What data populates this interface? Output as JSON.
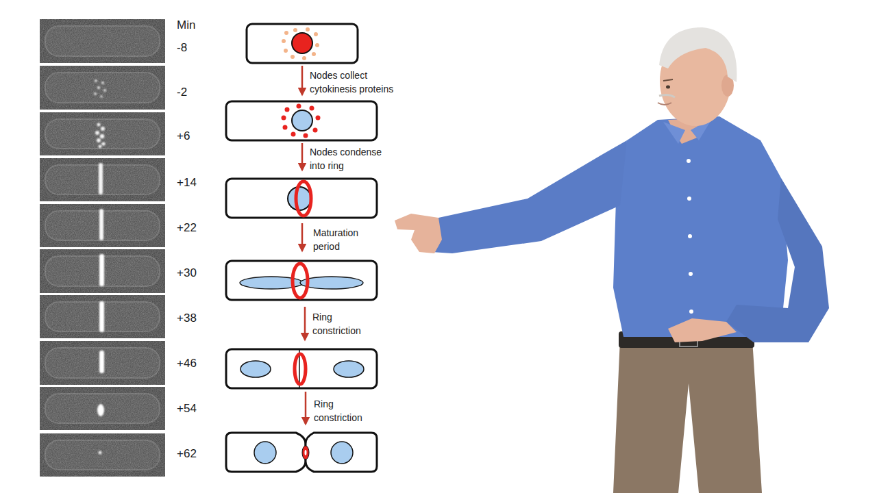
{
  "diagram": {
    "labels": [
      "Min",
      "-8",
      "Nodes collect cytokinesis proteins",
      "-2",
      "+6",
      "Nodes condense into ring",
      "+14",
      "+22",
      "Maturation period",
      "+30",
      "+38",
      "Ring constriction",
      "+46",
      "+54",
      "Ring constriction",
      "+62"
    ]
  }
}
